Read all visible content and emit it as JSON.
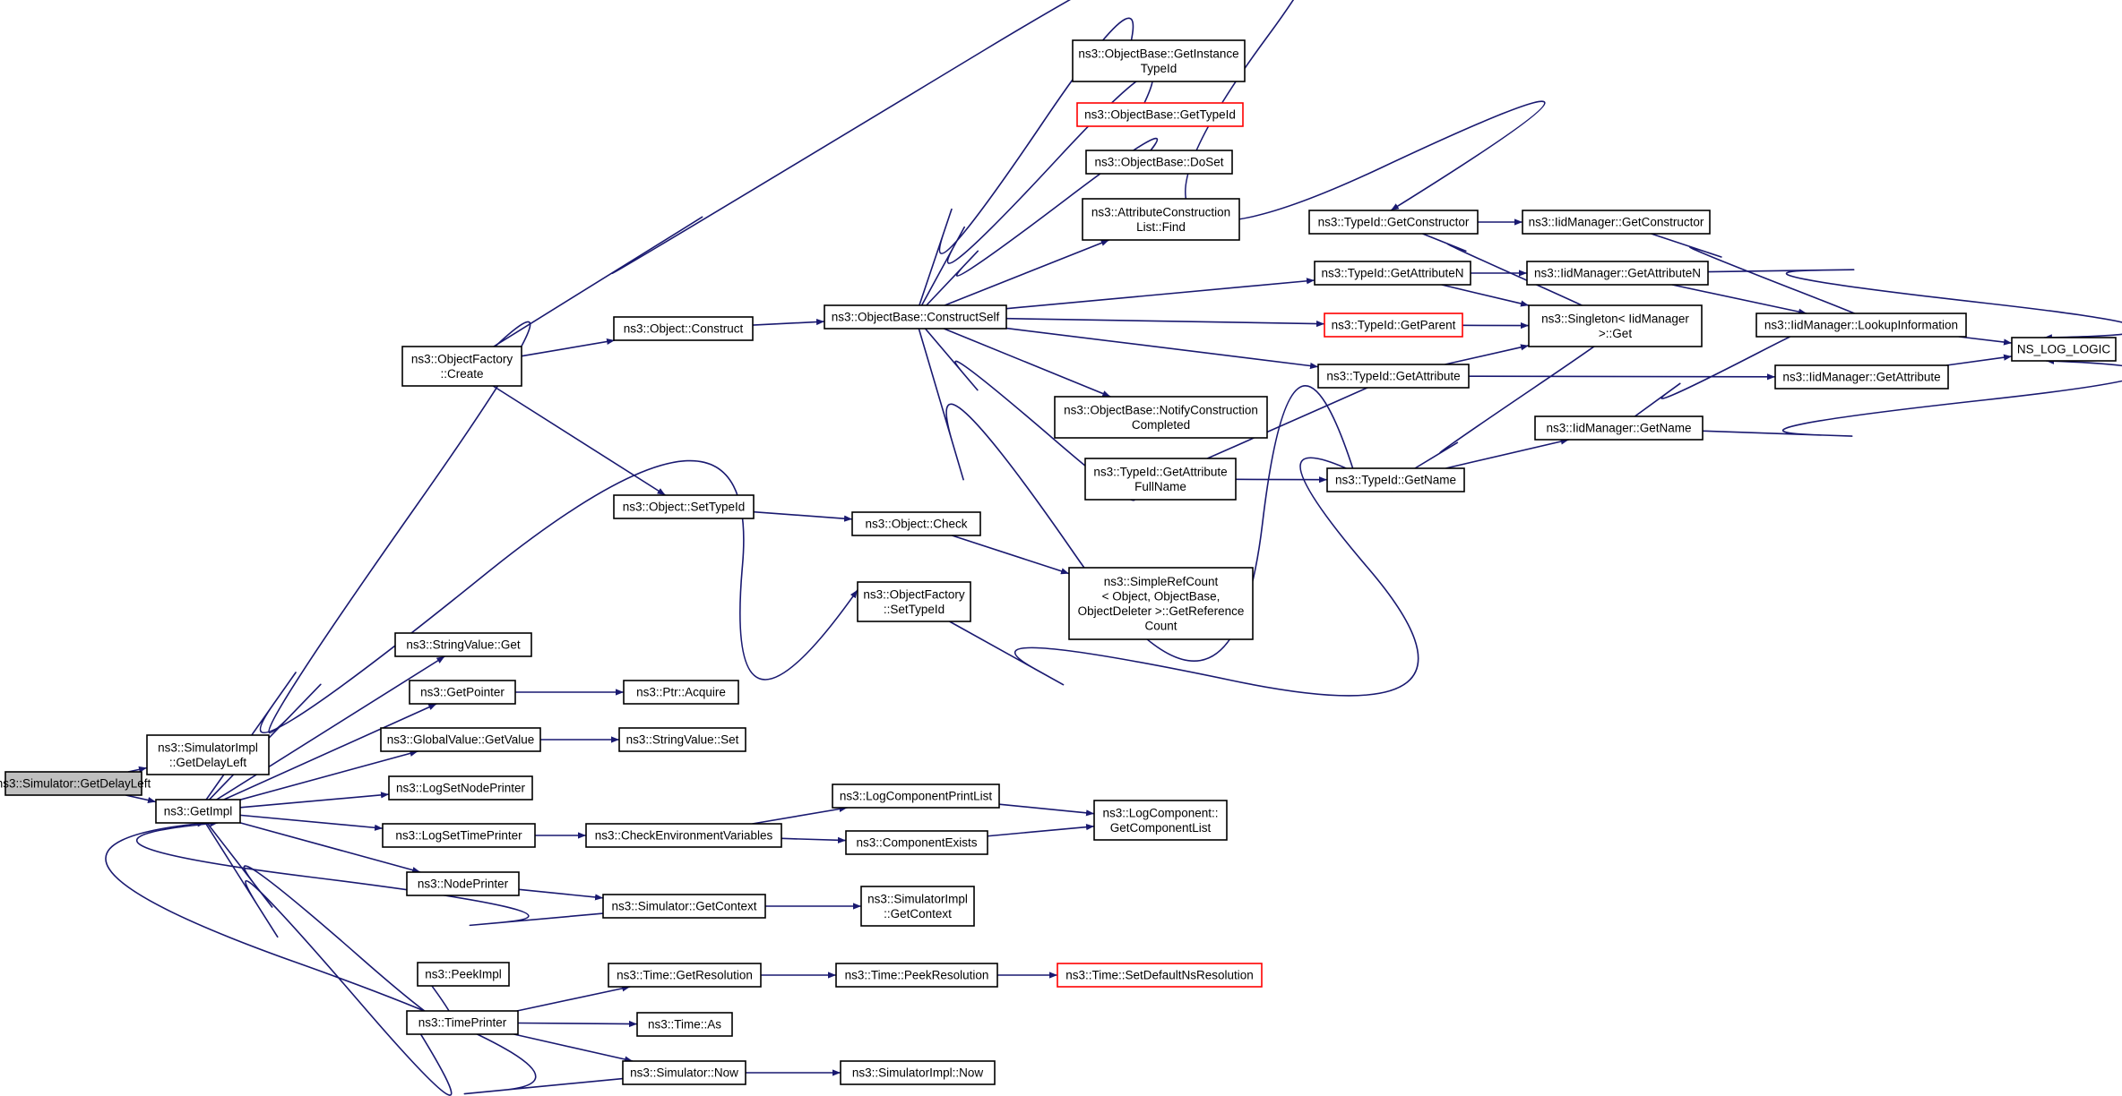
{
  "graph": {
    "nodes": [
      {
        "id": "root",
        "lines": [
          "ns3::Simulator::GetDelayLeft"
        ],
        "style": "root"
      },
      {
        "id": "simimpl_getdelay",
        "lines": [
          "ns3::SimulatorImpl",
          "::GetDelayLeft"
        ]
      },
      {
        "id": "getimpl",
        "lines": [
          "ns3::GetImpl"
        ]
      },
      {
        "id": "objfactory_create",
        "lines": [
          "ns3::ObjectFactory",
          "::Create"
        ]
      },
      {
        "id": "object_construct",
        "lines": [
          "ns3::Object::Construct"
        ]
      },
      {
        "id": "object_settypeid",
        "lines": [
          "ns3::Object::SetTypeId"
        ]
      },
      {
        "id": "objbase_constructself",
        "lines": [
          "ns3::ObjectBase::ConstructSelf"
        ]
      },
      {
        "id": "objbase_getinstancetypeid",
        "lines": [
          "ns3::ObjectBase::GetInstance",
          "TypeId"
        ]
      },
      {
        "id": "objbase_gettypeid",
        "lines": [
          "ns3::ObjectBase::GetTypeId"
        ],
        "style": "missing"
      },
      {
        "id": "objbase_doset",
        "lines": [
          "ns3::ObjectBase::DoSet"
        ]
      },
      {
        "id": "attrconstr_find",
        "lines": [
          "ns3::AttributeConstruction",
          "List::Find"
        ]
      },
      {
        "id": "objbase_notify",
        "lines": [
          "ns3::ObjectBase::NotifyConstruction",
          "Completed"
        ]
      },
      {
        "id": "typeid_getattrfullname",
        "lines": [
          "ns3::TypeId::GetAttribute",
          "FullName"
        ]
      },
      {
        "id": "typeid_getconstructor",
        "lines": [
          "ns3::TypeId::GetConstructor"
        ]
      },
      {
        "id": "typeid_getattributen",
        "lines": [
          "ns3::TypeId::GetAttributeN"
        ]
      },
      {
        "id": "typeid_getparent",
        "lines": [
          "ns3::TypeId::GetParent"
        ],
        "style": "missing"
      },
      {
        "id": "typeid_getattribute",
        "lines": [
          "ns3::TypeId::GetAttribute"
        ]
      },
      {
        "id": "typeid_getname",
        "lines": [
          "ns3::TypeId::GetName"
        ]
      },
      {
        "id": "iid_getconstructor",
        "lines": [
          "ns3::IidManager::GetConstructor"
        ]
      },
      {
        "id": "iid_getattributen",
        "lines": [
          "ns3::IidManager::GetAttributeN"
        ]
      },
      {
        "id": "singleton_get",
        "lines": [
          "ns3::Singleton< IidManager",
          ">::Get"
        ]
      },
      {
        "id": "iid_lookup",
        "lines": [
          "ns3::IidManager::LookupInformation"
        ]
      },
      {
        "id": "iid_getattribute",
        "lines": [
          "ns3::IidManager::GetAttribute"
        ]
      },
      {
        "id": "iid_getname",
        "lines": [
          "ns3::IidManager::GetName"
        ]
      },
      {
        "id": "ns_log_logic",
        "lines": [
          "NS_LOG_LOGIC"
        ]
      },
      {
        "id": "object_check",
        "lines": [
          "ns3::Object::Check"
        ]
      },
      {
        "id": "simplerefcount",
        "lines": [
          "ns3::SimpleRefCount",
          "< Object, ObjectBase,",
          "ObjectDeleter >::GetReference",
          "Count"
        ]
      },
      {
        "id": "objfactory_settypeid",
        "lines": [
          "ns3::ObjectFactory",
          "::SetTypeId"
        ]
      },
      {
        "id": "stringvalue_get",
        "lines": [
          "ns3::StringValue::Get"
        ]
      },
      {
        "id": "getpointer",
        "lines": [
          "ns3::GetPointer"
        ]
      },
      {
        "id": "ptr_acquire",
        "lines": [
          "ns3::Ptr::Acquire"
        ]
      },
      {
        "id": "globalvalue_getvalue",
        "lines": [
          "ns3::GlobalValue::GetValue"
        ]
      },
      {
        "id": "stringvalue_set",
        "lines": [
          "ns3::StringValue::Set"
        ]
      },
      {
        "id": "logsetnodeprinter",
        "lines": [
          "ns3::LogSetNodePrinter"
        ]
      },
      {
        "id": "logsettimeprinter",
        "lines": [
          "ns3::LogSetTimePrinter"
        ]
      },
      {
        "id": "checkenvvars",
        "lines": [
          "ns3::CheckEnvironmentVariables"
        ]
      },
      {
        "id": "logcomponentprintlist",
        "lines": [
          "ns3::LogComponentPrintList"
        ]
      },
      {
        "id": "componentexists",
        "lines": [
          "ns3::ComponentExists"
        ]
      },
      {
        "id": "logcomponent_getlist",
        "lines": [
          "ns3::LogComponent::",
          "GetComponentList"
        ]
      },
      {
        "id": "nodeprinter",
        "lines": [
          "ns3::NodePrinter"
        ]
      },
      {
        "id": "simulator_getcontext",
        "lines": [
          "ns3::Simulator::GetContext"
        ]
      },
      {
        "id": "simimpl_getcontext",
        "lines": [
          "ns3::SimulatorImpl",
          "::GetContext"
        ]
      },
      {
        "id": "peekimpl",
        "lines": [
          "ns3::PeekImpl"
        ]
      },
      {
        "id": "timeprinter",
        "lines": [
          "ns3::TimePrinter"
        ]
      },
      {
        "id": "time_getresolution",
        "lines": [
          "ns3::Time::GetResolution"
        ]
      },
      {
        "id": "time_peekresolution",
        "lines": [
          "ns3::Time::PeekResolution"
        ]
      },
      {
        "id": "time_setdefault",
        "lines": [
          "ns3::Time::SetDefaultNsResolution"
        ],
        "style": "missing"
      },
      {
        "id": "time_as",
        "lines": [
          "ns3::Time::As"
        ]
      },
      {
        "id": "simulator_now",
        "lines": [
          "ns3::Simulator::Now"
        ]
      },
      {
        "id": "simimpl_now",
        "lines": [
          "ns3::SimulatorImpl::Now"
        ]
      }
    ],
    "colors": {
      "edge": "#191970",
      "node_border": "#000000",
      "missing_border": "#ff0000",
      "root_fill": "#bfbfbf",
      "background": "#ffffff"
    }
  }
}
